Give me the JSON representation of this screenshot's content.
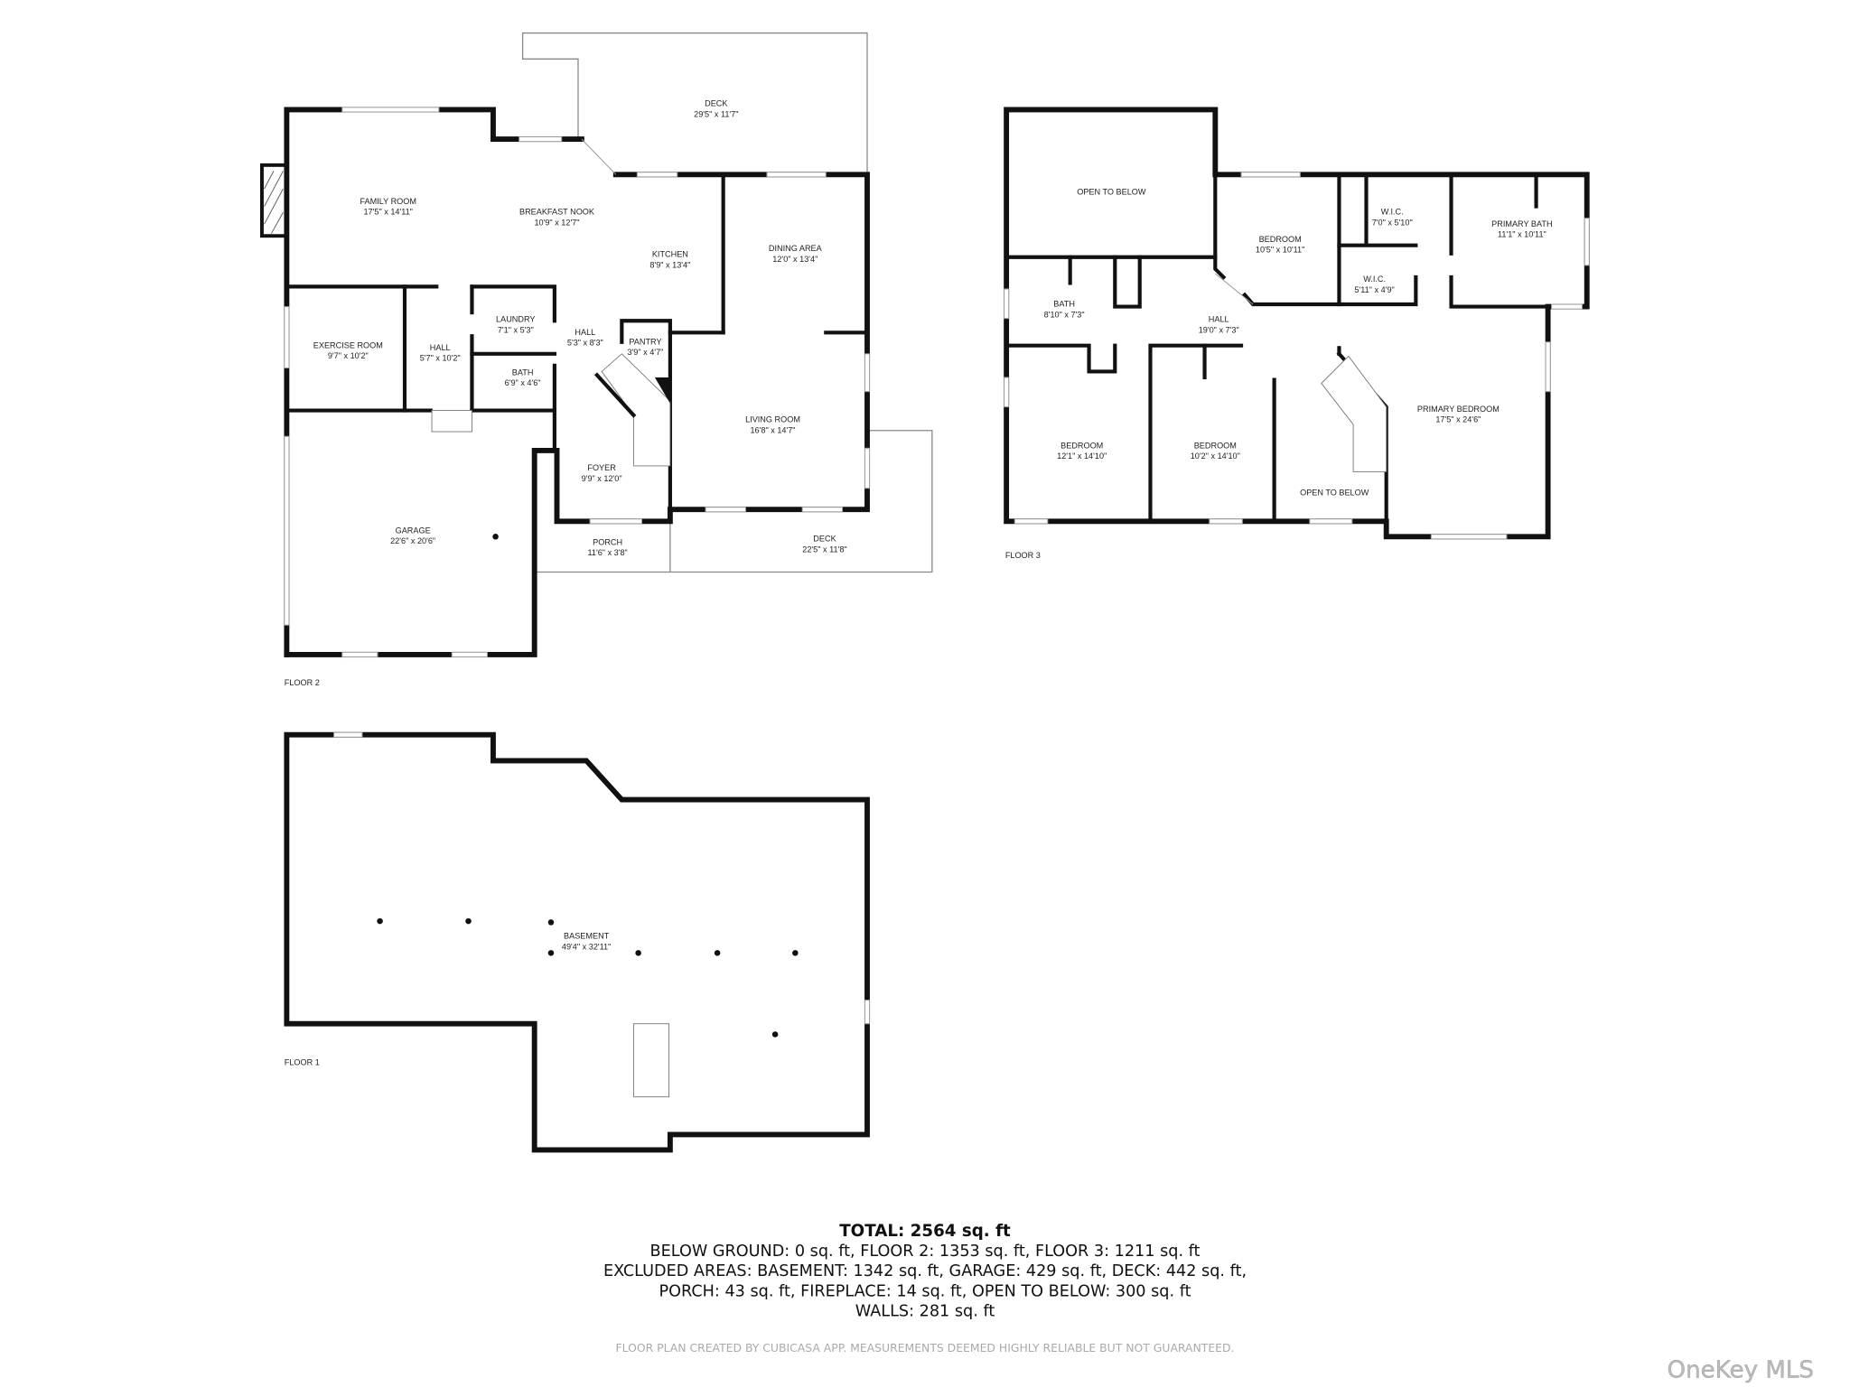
{
  "floor2": {
    "label": "FLOOR 2",
    "rooms": [
      {
        "name": "FAMILY ROOM",
        "size": "17'5\" x 14'11\""
      },
      {
        "name": "BREAKFAST NOOK",
        "size": "10'9\" x 12'7\""
      },
      {
        "name": "KITCHEN",
        "size": "8'9\" x 13'4\""
      },
      {
        "name": "DINING AREA",
        "size": "12'0\" x 13'4\""
      },
      {
        "name": "EXERCISE ROOM",
        "size": "9'7\" x 10'2\""
      },
      {
        "name": "HALL",
        "size": "5'7\" x 10'2\""
      },
      {
        "name": "LAUNDRY",
        "size": "7'1\" x 5'3\""
      },
      {
        "name": "HALL",
        "size": "5'3\" x 8'3\""
      },
      {
        "name": "PANTRY",
        "size": "3'9\" x 4'7\""
      },
      {
        "name": "BATH",
        "size": "6'9\" x 4'6\""
      },
      {
        "name": "LIVING ROOM",
        "size": "16'8\" x 14'7\""
      },
      {
        "name": "FOYER",
        "size": "9'9\" x 12'0\""
      },
      {
        "name": "GARAGE",
        "size": "22'6\" x 20'6\""
      },
      {
        "name": "PORCH",
        "size": "11'6\" x 3'8\""
      },
      {
        "name": "DECK",
        "size": "22'5\" x 11'8\""
      },
      {
        "name": "DECK",
        "size": "29'5\" x 11'7\""
      }
    ]
  },
  "floor3": {
    "label": "FLOOR 3",
    "rooms": [
      {
        "name": "OPEN TO BELOW",
        "size": ""
      },
      {
        "name": "BEDROOM",
        "size": "10'5\" x 10'11\""
      },
      {
        "name": "W.I.C.",
        "size": "7'0\" x 5'10\""
      },
      {
        "name": "PRIMARY BATH",
        "size": "11'1\" x 10'11\""
      },
      {
        "name": "W.I.C.",
        "size": "5'11\" x 4'9\""
      },
      {
        "name": "BATH",
        "size": "8'10\" x 7'3\""
      },
      {
        "name": "HALL",
        "size": "19'0\" x 7'3\""
      },
      {
        "name": "PRIMARY BEDROOM",
        "size": "17'5\" x 24'6\""
      },
      {
        "name": "BEDROOM",
        "size": "12'1\" x 14'10\""
      },
      {
        "name": "BEDROOM",
        "size": "10'2\" x 14'10\""
      },
      {
        "name": "OPEN TO BELOW",
        "size": ""
      }
    ]
  },
  "floor1": {
    "label": "FLOOR 1",
    "rooms": [
      {
        "name": "BASEMENT",
        "size": "49'4\" x 32'11\""
      }
    ]
  },
  "summary": {
    "total": "TOTAL: 2564 sq. ft",
    "line1": "BELOW GROUND: 0 sq. ft, FLOOR 2: 1353 sq. ft, FLOOR 3: 1211 sq. ft",
    "line2": "EXCLUDED AREAS: BASEMENT: 1342 sq. ft, GARAGE: 429 sq. ft, DECK: 442 sq. ft,",
    "line3": "PORCH: 43 sq. ft, FIREPLACE: 14 sq. ft, OPEN TO BELOW: 300 sq. ft",
    "line4": "WALLS: 281 sq. ft"
  },
  "disclaimer": "FLOOR PLAN CREATED BY CUBICASA APP. MEASUREMENTS DEEMED HIGHLY RELIABLE BUT NOT GUARANTEED.",
  "watermark": "OneKey MLS"
}
